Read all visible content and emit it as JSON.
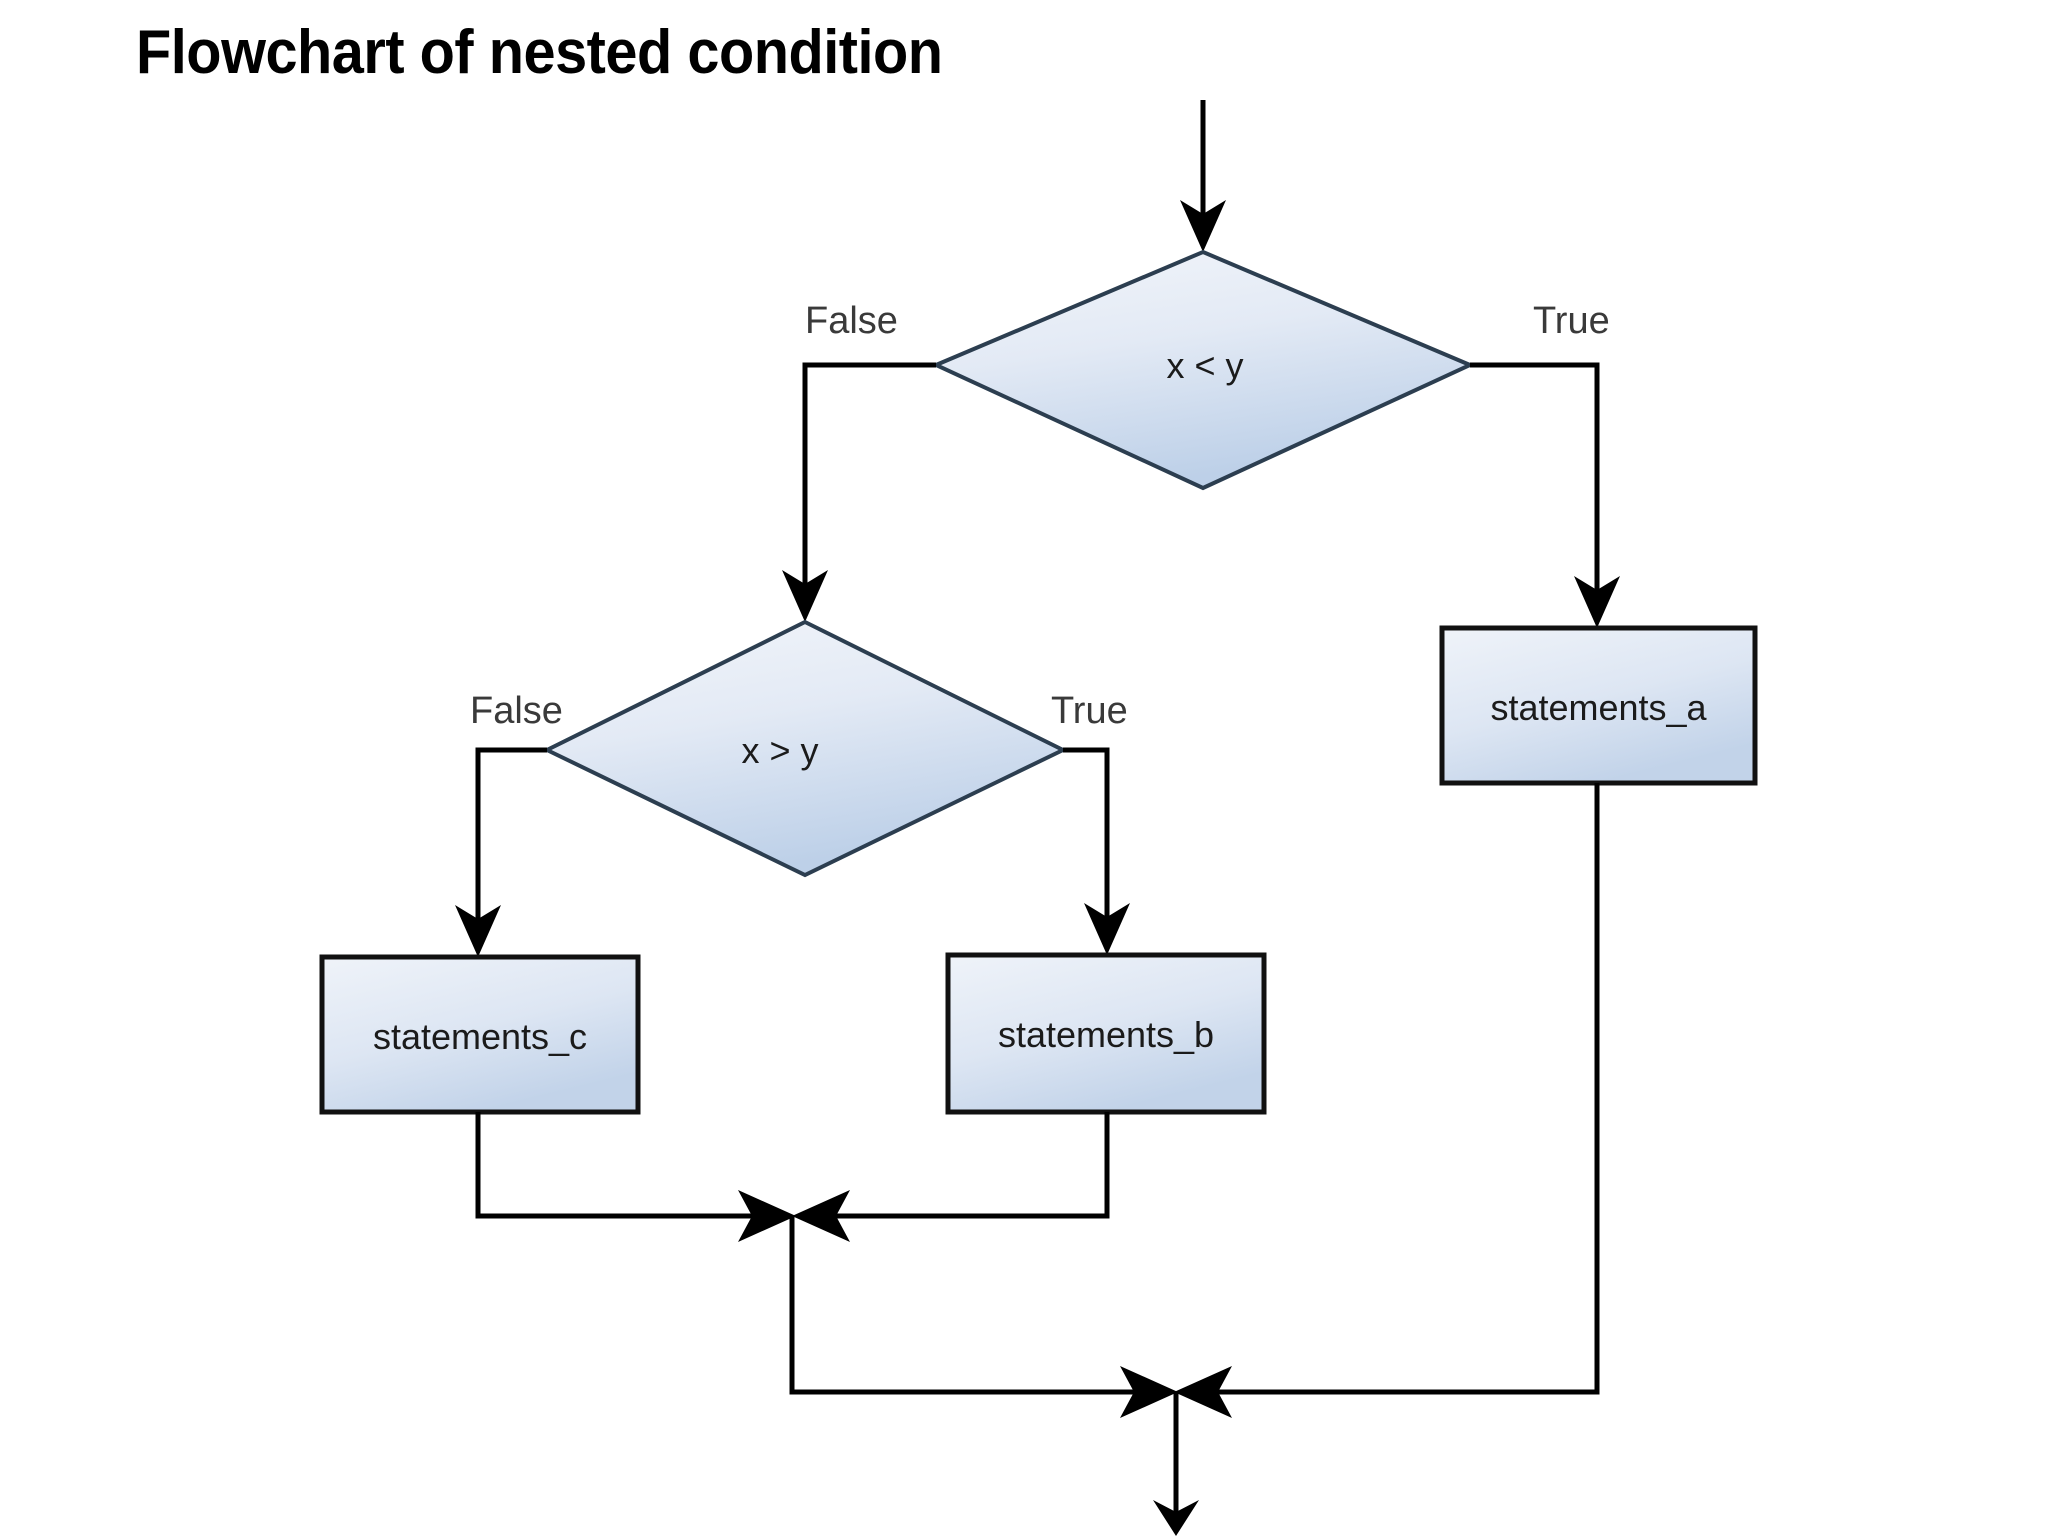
{
  "title": "Flowchart of nested condition",
  "colors": {
    "line": "#000000",
    "shape_stroke": "#2c3e50",
    "shape_fill_top": "#eef1f7",
    "shape_fill_bottom": "#bed0e7",
    "label_text": "#1b1b1b",
    "edge_label_text": "#3a3a3a",
    "background": "#ffffff"
  },
  "chart_data": {
    "type": "diagram",
    "title": "Flowchart of nested condition",
    "nodes": [
      {
        "id": "start_edge",
        "type": "entry-arrow",
        "label": ""
      },
      {
        "id": "cond1",
        "type": "decision",
        "label": "x < y"
      },
      {
        "id": "cond2",
        "type": "decision",
        "label": "x > y"
      },
      {
        "id": "stmt_a",
        "type": "process",
        "label": "statements_a"
      },
      {
        "id": "stmt_b",
        "type": "process",
        "label": "statements_b"
      },
      {
        "id": "stmt_c",
        "type": "process",
        "label": "statements_c"
      },
      {
        "id": "merge_inner",
        "type": "merge",
        "label": ""
      },
      {
        "id": "merge_outer",
        "type": "merge",
        "label": ""
      },
      {
        "id": "exit_edge",
        "type": "exit-arrow",
        "label": ""
      }
    ],
    "edges": [
      {
        "from": "start_edge",
        "to": "cond1",
        "label": ""
      },
      {
        "from": "cond1",
        "to": "cond2",
        "label": "False"
      },
      {
        "from": "cond1",
        "to": "stmt_a",
        "label": "True"
      },
      {
        "from": "cond2",
        "to": "stmt_c",
        "label": "False"
      },
      {
        "from": "cond2",
        "to": "stmt_b",
        "label": "True"
      },
      {
        "from": "stmt_c",
        "to": "merge_inner",
        "label": ""
      },
      {
        "from": "stmt_b",
        "to": "merge_inner",
        "label": ""
      },
      {
        "from": "merge_inner",
        "to": "merge_outer",
        "label": ""
      },
      {
        "from": "stmt_a",
        "to": "merge_outer",
        "label": ""
      },
      {
        "from": "merge_outer",
        "to": "exit_edge",
        "label": ""
      }
    ]
  },
  "diagram": {
    "decision_1": {
      "condition": "x < y",
      "false_label": "False",
      "true_label": "True"
    },
    "decision_2": {
      "condition": "x > y",
      "false_label": "False",
      "true_label": "True"
    },
    "process_a": {
      "label": "statements_a"
    },
    "process_b": {
      "label": "statements_b"
    },
    "process_c": {
      "label": "statements_c"
    }
  }
}
